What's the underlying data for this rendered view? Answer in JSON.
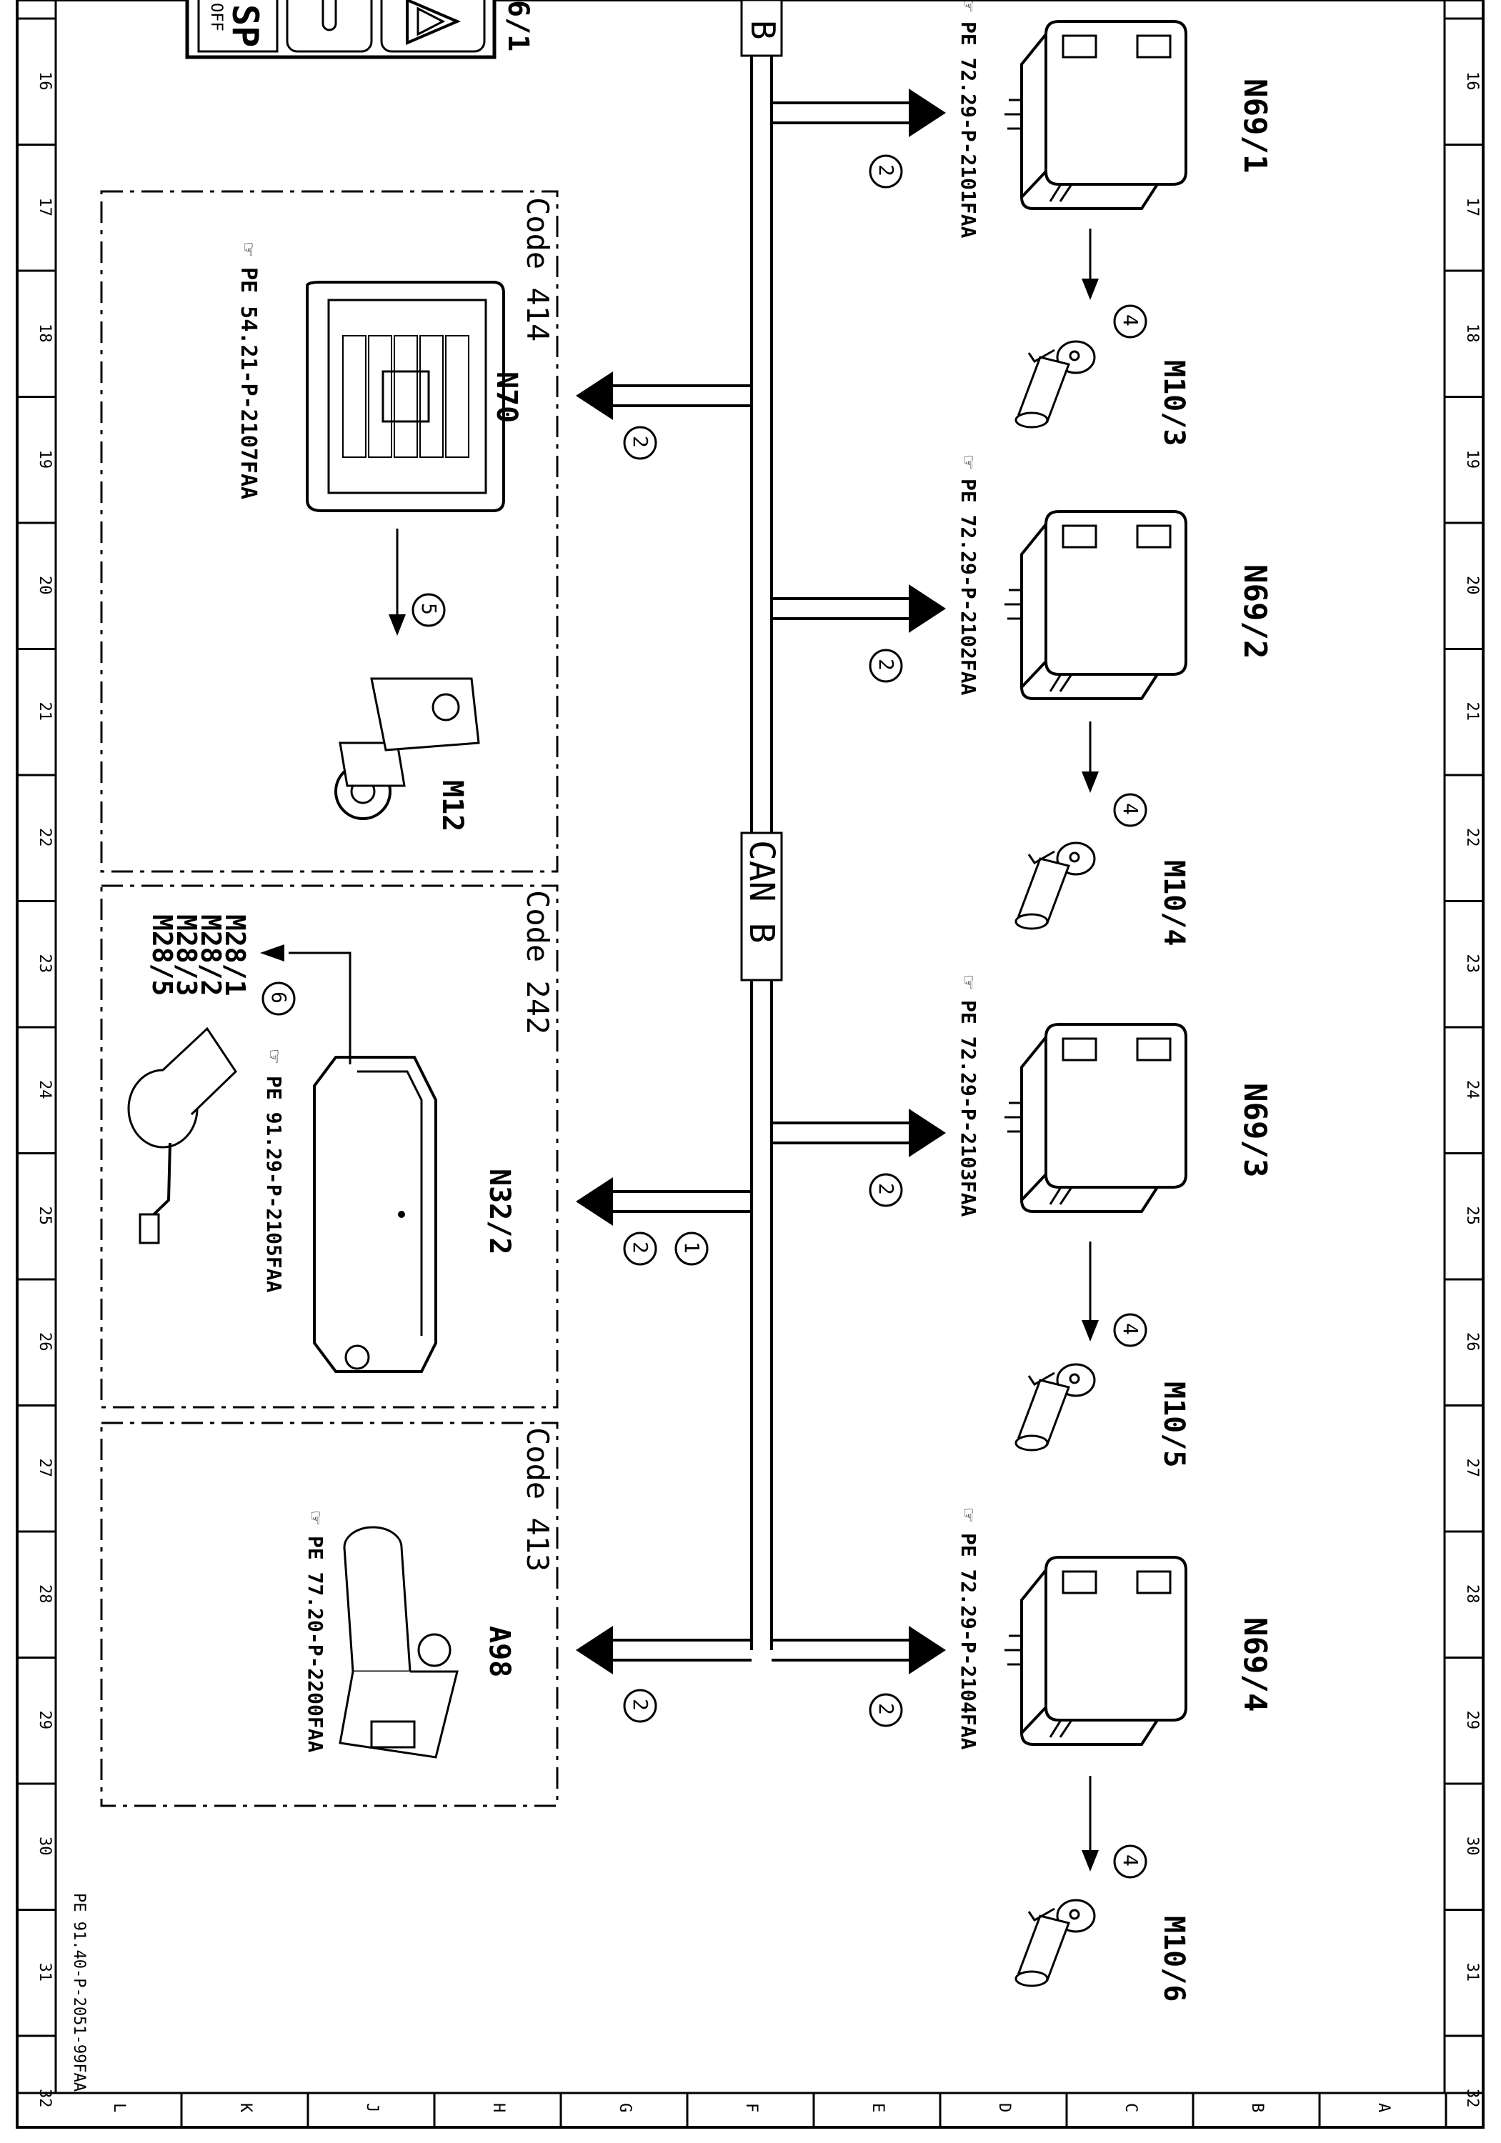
{
  "frame": {
    "col_numbers": [
      "16",
      "17",
      "18",
      "19",
      "20",
      "21",
      "22",
      "23",
      "24",
      "25",
      "26",
      "27",
      "28",
      "29",
      "30",
      "31",
      "32"
    ],
    "row_letters": [
      "L",
      "K",
      "J",
      "H",
      "G",
      "F",
      "E",
      "D",
      "C",
      "B",
      "A"
    ]
  },
  "doc_id": "PE 91.40-P-2051-99FAA",
  "top_partial": {
    "ref": "6/1",
    "button_label": "SP",
    "button_sub": "OFF"
  },
  "bus": {
    "top_label": "B",
    "middle_label": "CAN B"
  },
  "code_boxes": {
    "code414": "Code 414",
    "code242": "Code 242",
    "code413": "Code 413"
  },
  "components": {
    "n69_1": {
      "id": "N69/1",
      "ref": "PE 72.29-P-2101FAA",
      "motor": "M10/3"
    },
    "n69_2": {
      "id": "N69/2",
      "ref": "PE 72.29-P-2102FAA",
      "motor": "M10/4"
    },
    "n69_3": {
      "id": "N69/3",
      "ref": "PE 72.29-P-2103FAA",
      "motor": "M10/5"
    },
    "n69_4": {
      "id": "N69/4",
      "ref": "PE 72.29-P-2104FAA",
      "motor": "M10/6"
    },
    "n70": {
      "id": "N70",
      "ref": "PE 54.21-P-2107FAA",
      "motor": "M12"
    },
    "n32_2": {
      "id": "N32/2",
      "ref": "PE 91.29-P-2105FAA",
      "motors": [
        "M28/1",
        "M28/2",
        "M28/3",
        "M28/5"
      ]
    },
    "a98": {
      "id": "A98",
      "ref": "PE 77.20-P-2200FAA"
    }
  },
  "markers": {
    "one": "1",
    "two": "2",
    "four": "4",
    "five": "5",
    "six": "6"
  }
}
